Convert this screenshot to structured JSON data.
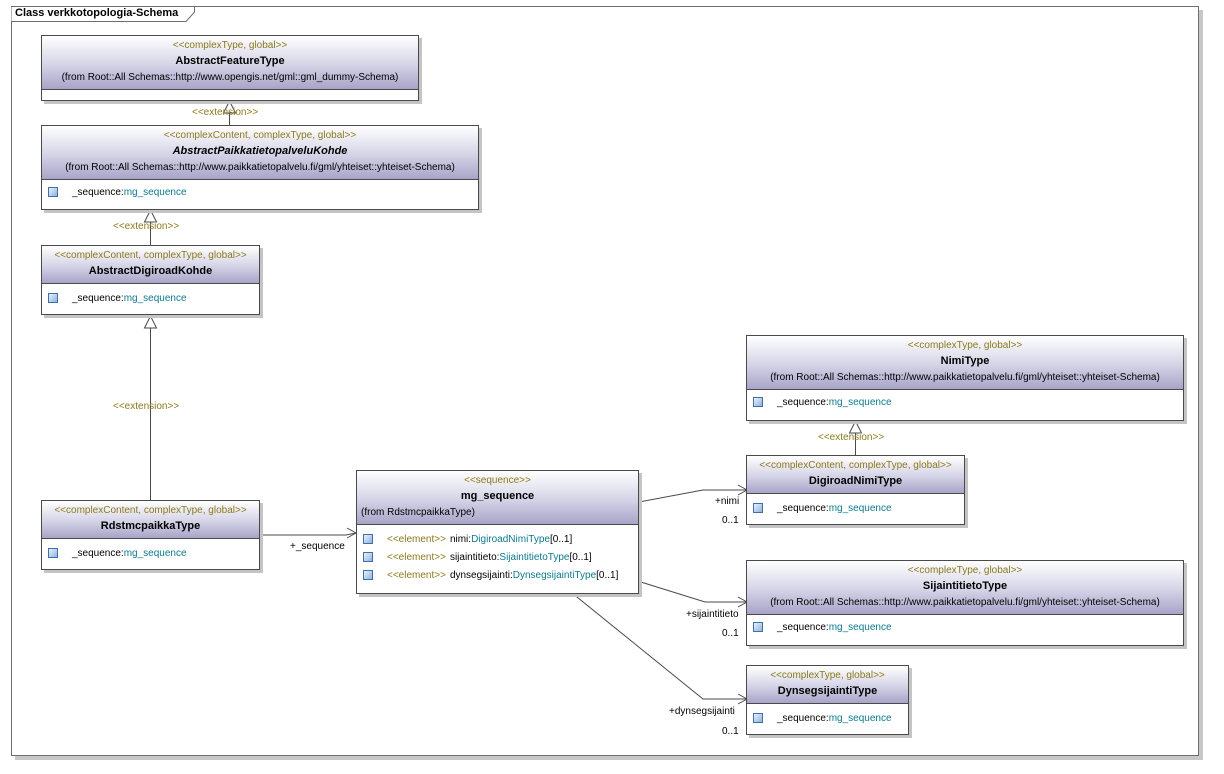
{
  "frame": {
    "title": "Class verkkotopologia-Schema"
  },
  "classes": {
    "abstract_feature": {
      "stereotype": "<<complexType, global>>",
      "name": "AbstractFeatureType",
      "from": "(from Root::All Schemas::http://www.opengis.net/gml::gml_dummy-Schema)"
    },
    "abstract_paikkatieto": {
      "stereotype": "<<complexContent, complexType, global>>",
      "name": "AbstractPaikkatietopalveluKohde",
      "from": "(from Root::All Schemas::http://www.paikkatietopalvelu.fi/gml/yhteiset::yhteiset-Schema)",
      "attr_vis": "_sequence:",
      "attr_type": "mg_sequence"
    },
    "abstract_digiroad": {
      "stereotype": "<<complexContent, complexType, global>>",
      "name": "AbstractDigiroadKohde",
      "attr_vis": "_sequence:",
      "attr_type": "mg_sequence"
    },
    "rdstmc": {
      "stereotype": "<<complexContent, complexType, global>>",
      "name": "RdstmcpaikkaType",
      "attr_vis": "_sequence:",
      "attr_type": "mg_sequence"
    },
    "mg_sequence": {
      "stereotype": "<<sequence>>",
      "name": "mg_sequence",
      "from": "(from RdstmcpaikkaType)",
      "elements": [
        {
          "stereo": "<<element>>",
          "name": "nimi:",
          "type": "DigiroadNimiType",
          "mult": "[0..1]"
        },
        {
          "stereo": "<<element>>",
          "name": "sijaintitieto:",
          "type": "SijaintitietoType",
          "mult": "[0..1]"
        },
        {
          "stereo": "<<element>>",
          "name": "dynsegsijainti:",
          "type": "DynsegsijaintiType",
          "mult": "[0..1]"
        }
      ]
    },
    "nimi": {
      "stereotype": "<<complexType, global>>",
      "name": "NimiType",
      "from": "(from Root::All Schemas::http://www.paikkatietopalvelu.fi/gml/yhteiset::yhteiset-Schema)",
      "attr_vis": "_sequence:",
      "attr_type": "mg_sequence"
    },
    "digiroad_nimi": {
      "stereotype": "<<complexContent, complexType, global>>",
      "name": "DigiroadNimiType",
      "attr_vis": "_sequence:",
      "attr_type": "mg_sequence"
    },
    "sijaintitieto": {
      "stereotype": "<<complexType, global>>",
      "name": "SijaintitietoType",
      "from": "(from Root::All Schemas::http://www.paikkatietopalvelu.fi/gml/yhteiset::yhteiset-Schema)",
      "attr_vis": "_sequence:",
      "attr_type": "mg_sequence"
    },
    "dynsegsijainti": {
      "stereotype": "<<complexType, global>>",
      "name": "DynsegsijaintiType",
      "attr_vis": "_sequence:",
      "attr_type": "mg_sequence"
    }
  },
  "labels": {
    "extension": "<<extension>>",
    "seq_role": "+_sequence",
    "nimi_role": "+nimi",
    "nimi_mult": "0..1",
    "sij_role": "+sijaintitieto",
    "sij_mult": "0..1",
    "dyn_role": "+dynsegsijainti",
    "dyn_mult": "0..1"
  }
}
